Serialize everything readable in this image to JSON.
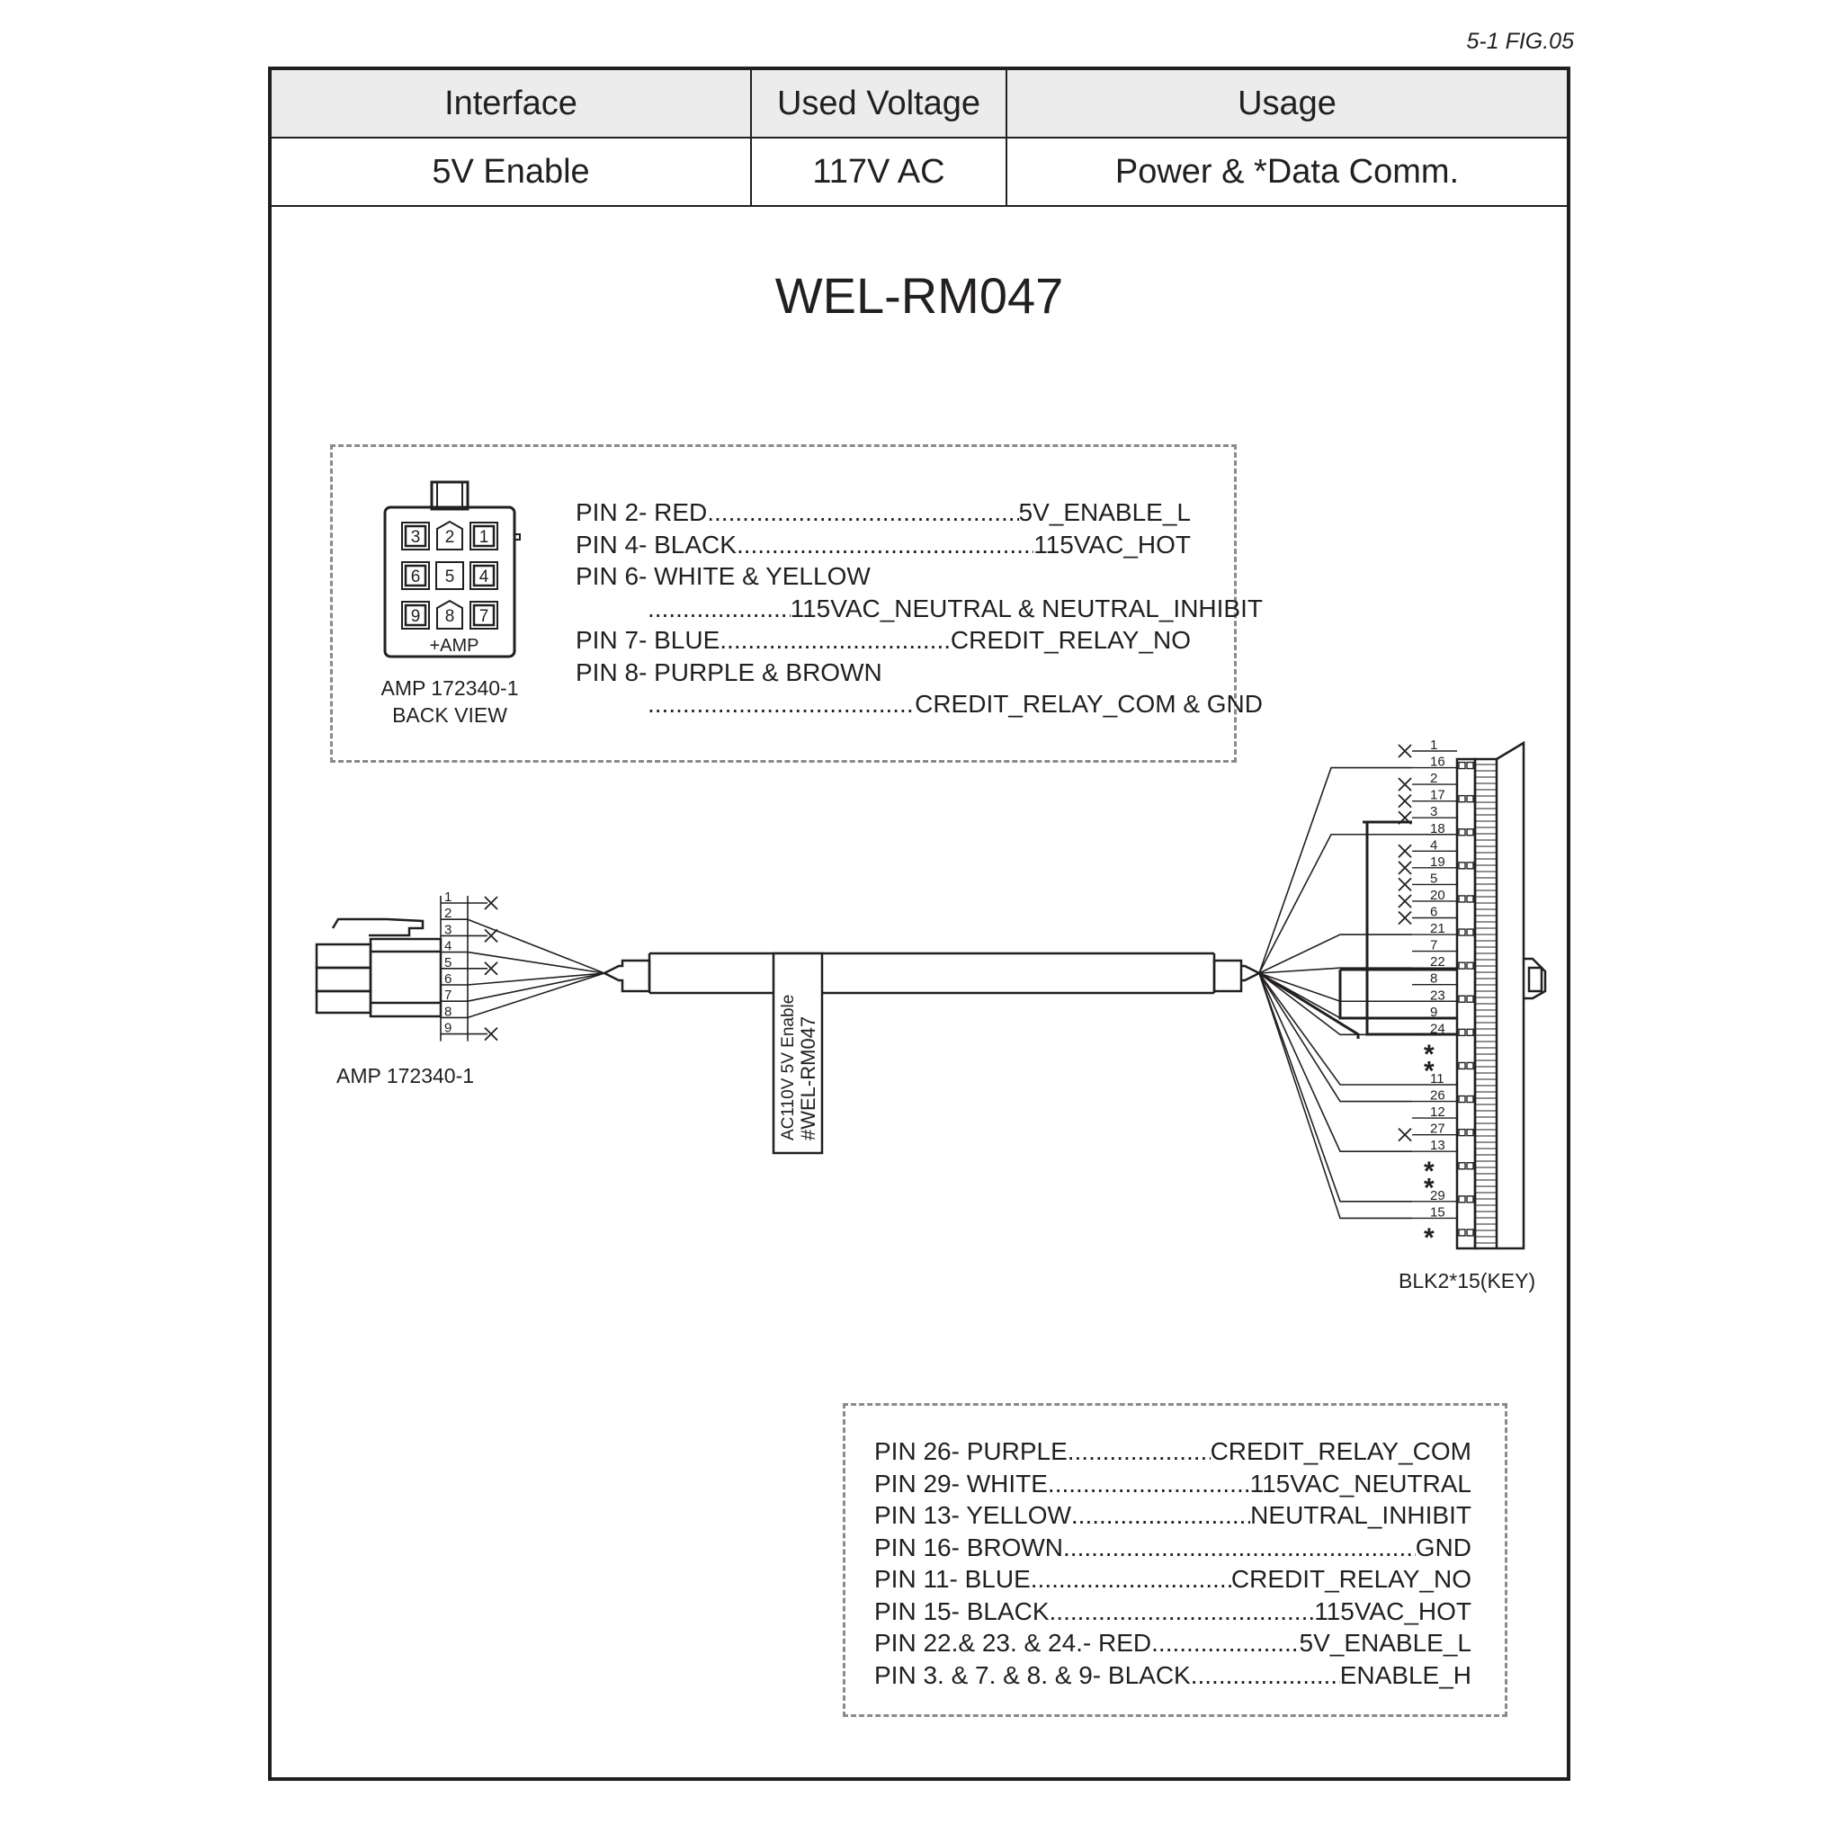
{
  "fig_ref": "5-1 FIG.05",
  "table": {
    "headers": [
      "Interface",
      "Used Voltage",
      "Usage"
    ],
    "row": [
      "5V Enable",
      "117V AC",
      "Power & *Data Comm."
    ]
  },
  "title": "WEL-RM047",
  "connector_back_view": {
    "pins_grid": [
      "3",
      "2",
      "1",
      "6",
      "5",
      "4",
      "9",
      "8",
      "7"
    ],
    "mark": "+AMP",
    "label_line1": "AMP 172340-1",
    "label_line2": "BACK VIEW"
  },
  "amp_pinout": [
    {
      "left": "PIN 2- RED",
      "right": "5V_ENABLE_L"
    },
    {
      "left": "PIN 4- BLACK",
      "right": "115VAC_HOT"
    },
    {
      "left": "PIN 6- WHITE & YELLOW",
      "right": ""
    },
    {
      "left": "",
      "right": "115VAC_NEUTRAL & NEUTRAL_INHIBIT"
    },
    {
      "left": "PIN 7- BLUE",
      "right": "CREDIT_RELAY_NO"
    },
    {
      "left": "PIN 8- PURPLE & BROWN",
      "right": ""
    },
    {
      "left": "",
      "right": "CREDIT_RELAY_COM & GND"
    }
  ],
  "left_connector_label": "AMP 172340-1",
  "left_pin_numbers": [
    "1",
    "2",
    "3",
    "4",
    "5",
    "6",
    "7",
    "8",
    "9"
  ],
  "cable_tag_line1": "AC110V 5V Enable",
  "cable_tag_line2": "#WEL-RM047",
  "block_pin_numbers": [
    "1",
    "16",
    "2",
    "17",
    "3",
    "18",
    "4",
    "19",
    "5",
    "20",
    "6",
    "21",
    "7",
    "22",
    "8",
    "23",
    "9",
    "24",
    "*",
    "*",
    "11",
    "26",
    "12",
    "27",
    "13",
    "*",
    "*",
    "29",
    "15",
    "*"
  ],
  "block_label": "BLK2*15(KEY)",
  "blk_pinout": [
    {
      "left": "PIN 26- PURPLE",
      "right": "CREDIT_RELAY_COM"
    },
    {
      "left": "PIN 29- WHITE",
      "right": "115VAC_NEUTRAL"
    },
    {
      "left": "PIN 13- YELLOW",
      "right": "NEUTRAL_INHIBIT"
    },
    {
      "left": "PIN 16- BROWN",
      "right": "GND"
    },
    {
      "left": "PIN 11- BLUE",
      "right": "CREDIT_RELAY_NO"
    },
    {
      "left": "PIN 15- BLACK",
      "right": "115VAC_HOT"
    },
    {
      "left": "PIN 22.& 23. & 24.- RED",
      "right": "5V_ENABLE_L"
    },
    {
      "left": "PIN 3. & 7. & 8. & 9- BLACK",
      "right": "ENABLE_H"
    }
  ]
}
